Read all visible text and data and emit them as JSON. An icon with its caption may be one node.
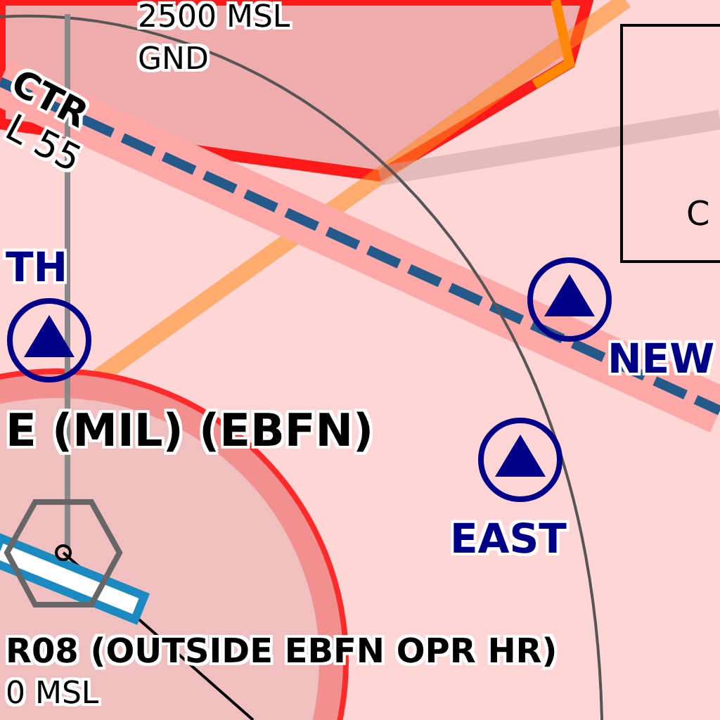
{
  "diagram": {
    "nodes": [
      {
        "text": [],
        "shape": "circle",
        "beside": [
          "TH"
        ]
      },
      {
        "text": [],
        "shape": "circle",
        "beside": [
          "NEW"
        ]
      },
      {
        "text": [],
        "shape": "circle",
        "beside": [
          "EAST"
        ]
      }
    ],
    "labels": [
      "2500 MSL",
      "GND",
      "CTR",
      "L 55",
      "C",
      "E (MIL) (EBFN)",
      "R08 (OUTSIDE EBFN OPR HR)",
      "0 MSL"
    ]
  }
}
